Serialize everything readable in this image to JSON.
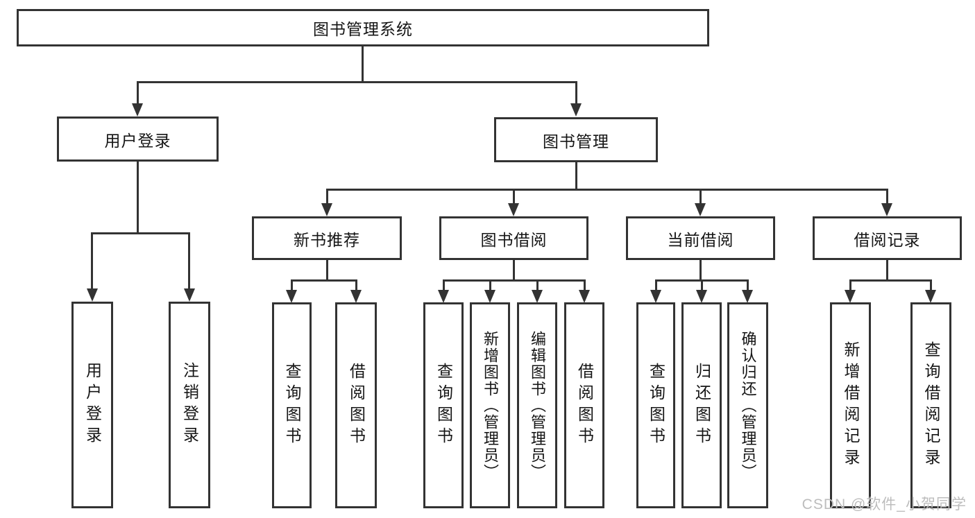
{
  "diagram_title": "图书管理系统",
  "tree": {
    "label": "图书管理系统",
    "children": [
      {
        "label": "用户登录",
        "children": [
          {
            "label": "用户登录"
          },
          {
            "label": "注销登录"
          }
        ]
      },
      {
        "label": "图书管理",
        "children": [
          {
            "label": "新书推荐",
            "children": [
              {
                "label": "查询图书"
              },
              {
                "label": "借阅图书"
              }
            ]
          },
          {
            "label": "图书借阅",
            "children": [
              {
                "label": "查询图书"
              },
              {
                "label": "新增图书（管理员）"
              },
              {
                "label": "编辑图书（管理员）"
              },
              {
                "label": "借阅图书"
              }
            ]
          },
          {
            "label": "当前借阅",
            "children": [
              {
                "label": "查询图书"
              },
              {
                "label": "归还图书"
              },
              {
                "label": "确认归还（管理员）"
              }
            ]
          },
          {
            "label": "借阅记录",
            "children": [
              {
                "label": "新增借阅记录"
              },
              {
                "label": "查询借阅记录"
              }
            ]
          }
        ]
      }
    ]
  },
  "watermark": "CSDN @软件_小贺同学",
  "colors": {
    "line": "#333333",
    "text": "#151515",
    "watermark": "#bdbdbd",
    "background": "#ffffff"
  }
}
